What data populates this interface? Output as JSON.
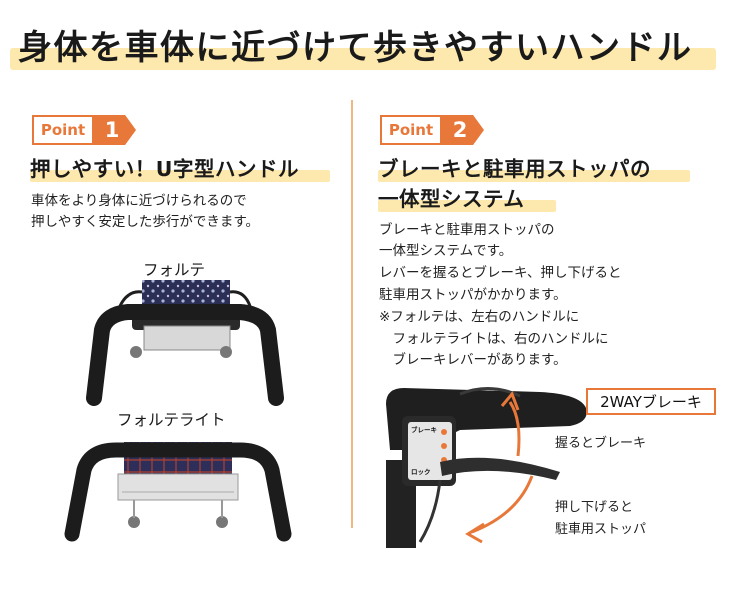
{
  "headline": "身体を車体に近づけて歩きやすいハンドル",
  "point1": {
    "badge_word": "Point",
    "badge_number": "1",
    "title": "押しやすい！U字型ハンドル",
    "description_lines": [
      "車体をより身体に近づけられるので",
      "押しやすく安定した歩行ができます。"
    ],
    "products": [
      "フォルテ",
      "フォルテライト"
    ]
  },
  "point2": {
    "badge_word": "Point",
    "badge_number": "2",
    "title_lines": [
      "ブレーキと駐車用ストッパの",
      "一体型システム"
    ],
    "description_lines": [
      "ブレーキと駐車用ストッパの",
      "一体型システムです。",
      "レバーを握るとブレーキ、押し下げると",
      "駐車用ストッパがかかります。",
      "※フォルテは、左右のハンドルに",
      "　フォルテライトは、右のハンドルに",
      "　ブレーキレバーがあります。"
    ],
    "brake_label": "2WAYブレーキ",
    "grip_label": "握るとブレーキ",
    "push_label_lines": [
      "押し下げると",
      "駐車用ストッパ"
    ],
    "device_labels": [
      "ブレーキ",
      "ロック"
    ]
  },
  "colors": {
    "accent": "#e8783a",
    "highlight": "#fde9ad",
    "divider": "#f0b783",
    "frame": "#1e1e1e",
    "fabric": "#2b2f55"
  },
  "icons": [
    "curved-arrow-up-icon",
    "curved-arrow-down-icon"
  ]
}
